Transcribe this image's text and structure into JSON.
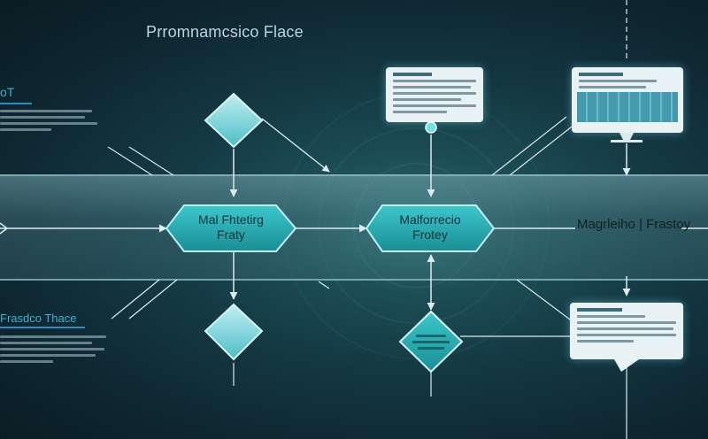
{
  "title": "Prromnamcsico Flace",
  "left_tag_top": "oT",
  "left_tag_bottom": "Frasdco Thace",
  "nodes": {
    "center_left": "Mal Fhtetirg\nFraty",
    "center_middle": "Malforrecio\nFrotey",
    "right_label": "Magrleiho | Frastoy"
  },
  "colors": {
    "background": "#0f2a33",
    "accent": "#2ba8b0",
    "line": "#cfe3ea",
    "tag": "#3fb0d0"
  }
}
